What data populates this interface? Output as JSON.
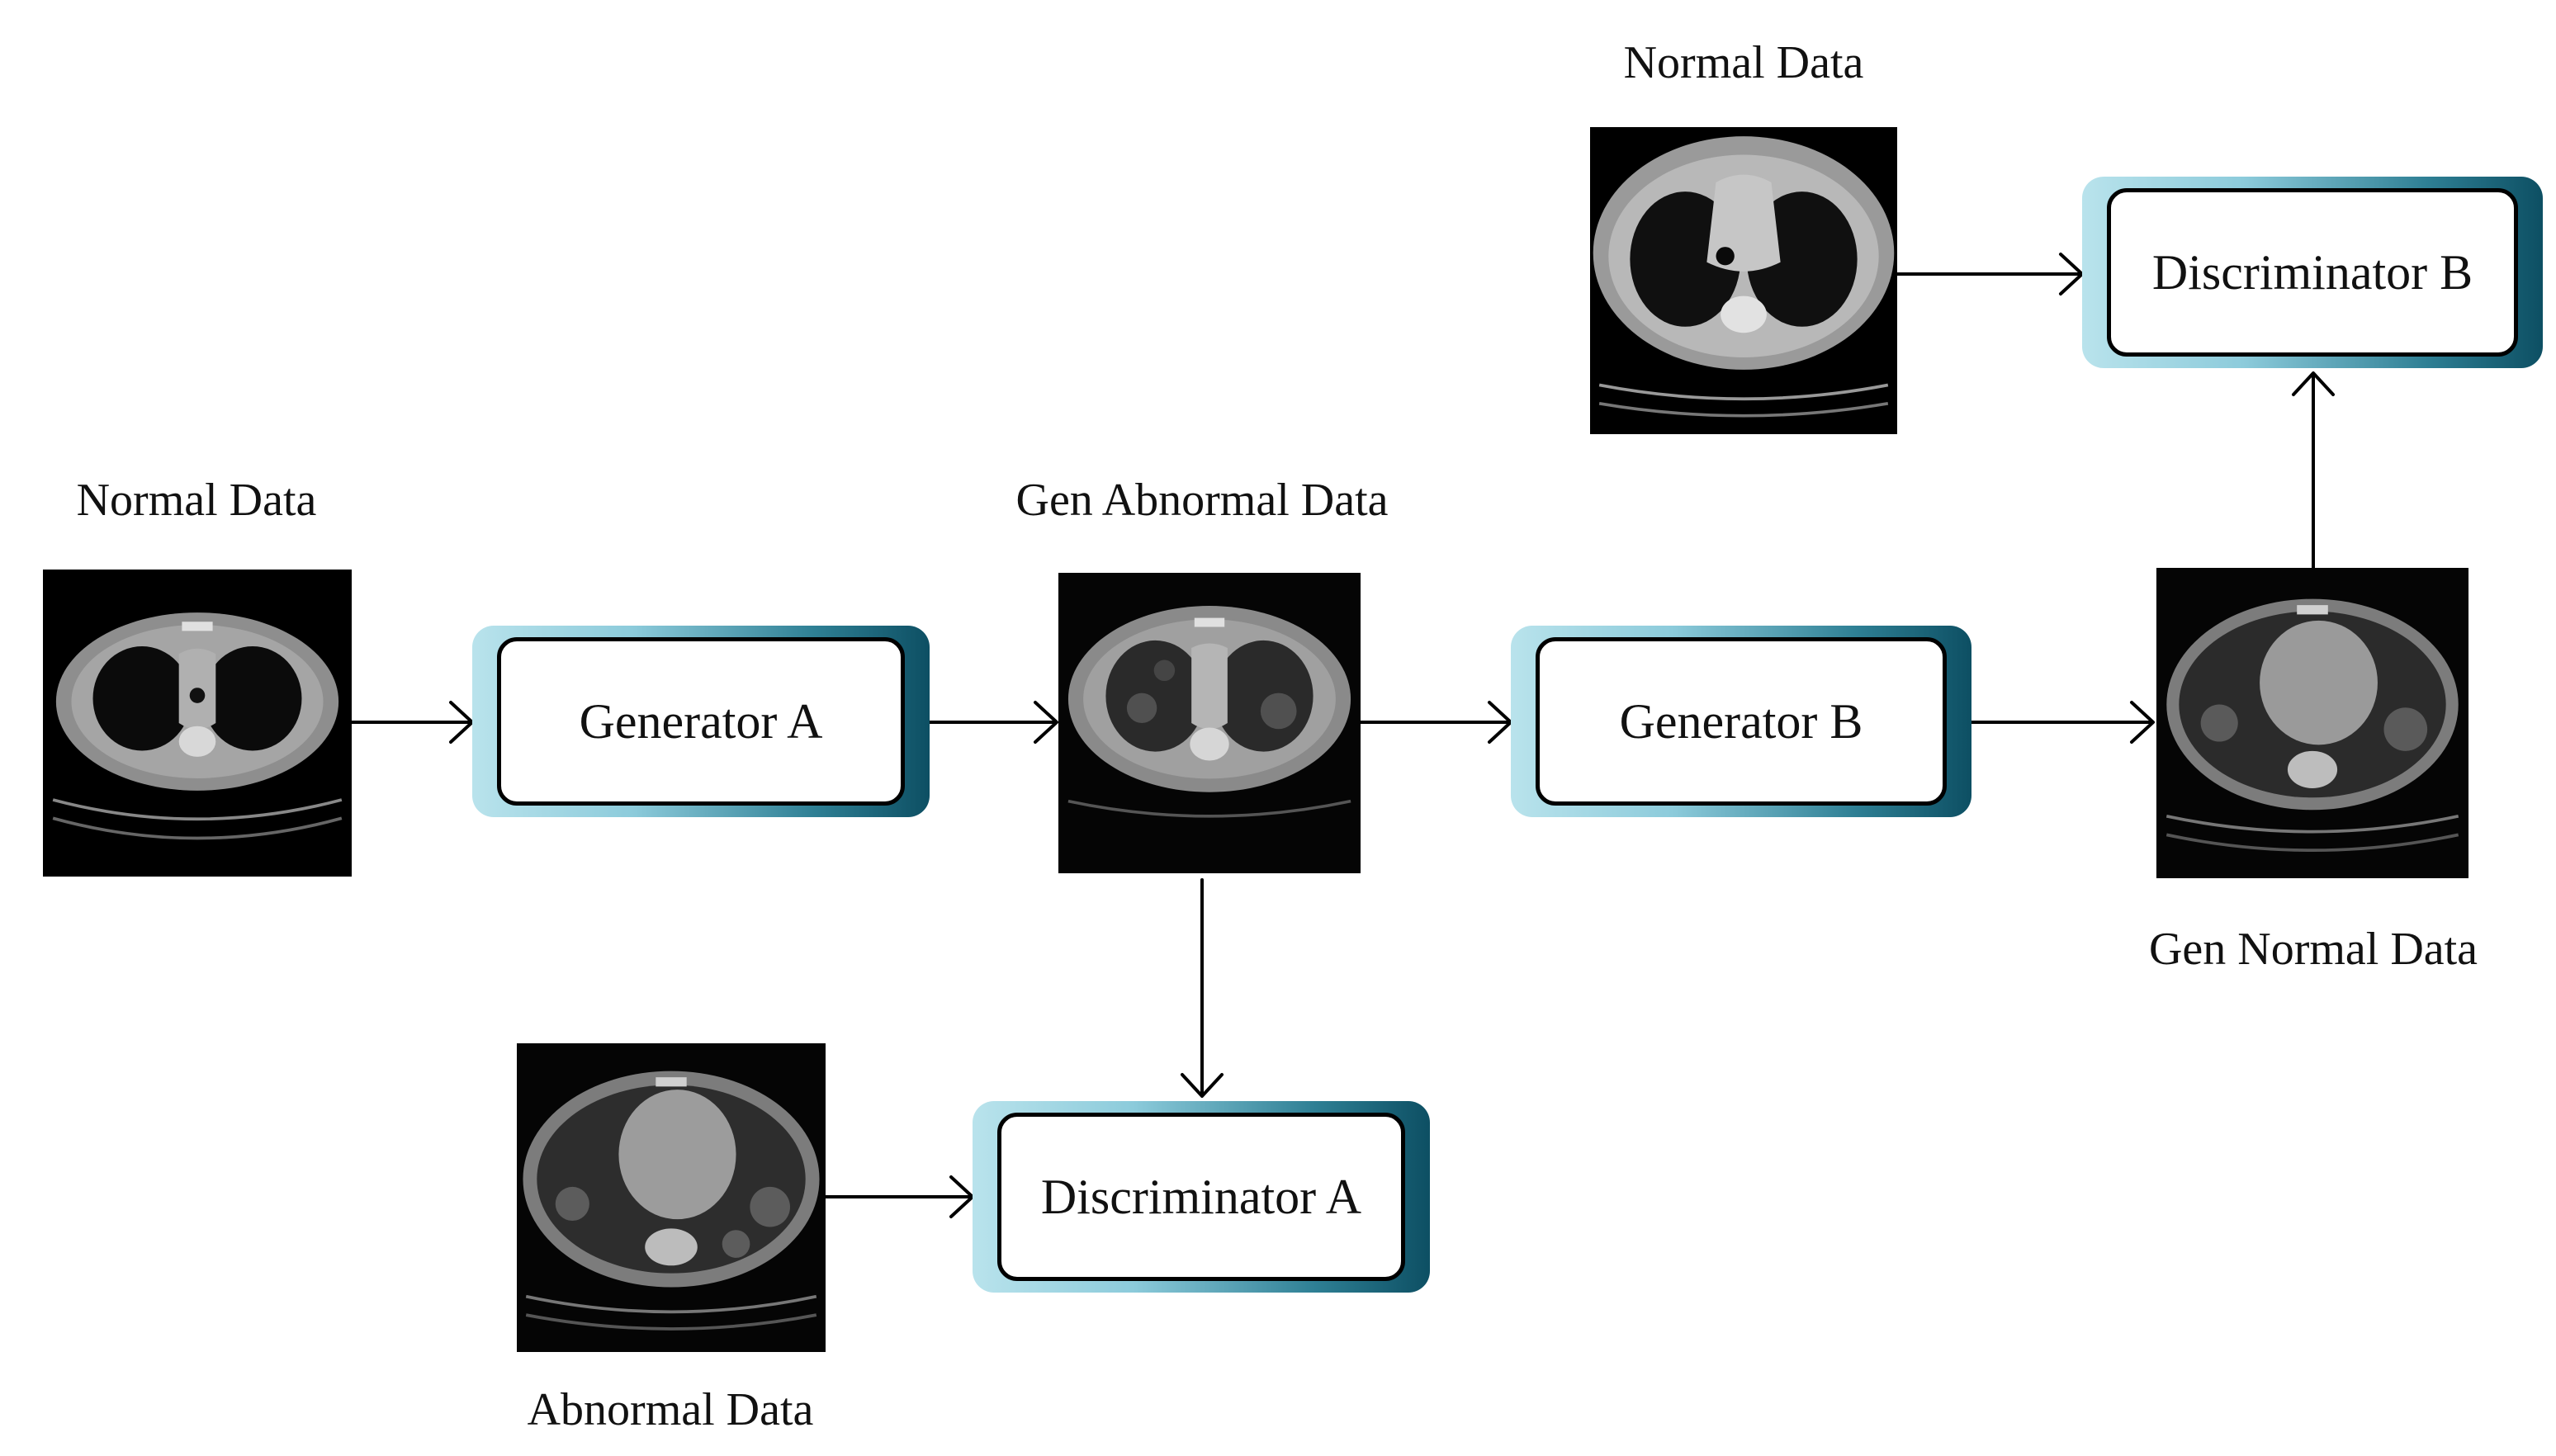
{
  "labels": {
    "normal_data_left": "Normal Data",
    "gen_abnormal_data": "Gen Abnormal Data",
    "normal_data_top": "Normal Data",
    "gen_normal_data": "Gen Normal Data",
    "abnormal_data": "Abnormal Data"
  },
  "blocks": {
    "generator_a": "Generator A",
    "generator_b": "Generator B",
    "discriminator_a": "Discriminator A",
    "discriminator_b": "Discriminator B"
  },
  "colors": {
    "block_gradient_light": "#b9e3ec",
    "block_gradient_dark": "#0d4f63",
    "arrow": "#000000"
  },
  "images": [
    {
      "id": "normal-left",
      "depicts": "normal chest CT scan"
    },
    {
      "id": "gen-abnormal",
      "depicts": "generated abnormal chest CT scan"
    },
    {
      "id": "normal-top",
      "depicts": "normal chest CT scan"
    },
    {
      "id": "gen-normal",
      "depicts": "generated normal chest CT scan"
    },
    {
      "id": "abnormal",
      "depicts": "abnormal chest CT scan"
    }
  ]
}
